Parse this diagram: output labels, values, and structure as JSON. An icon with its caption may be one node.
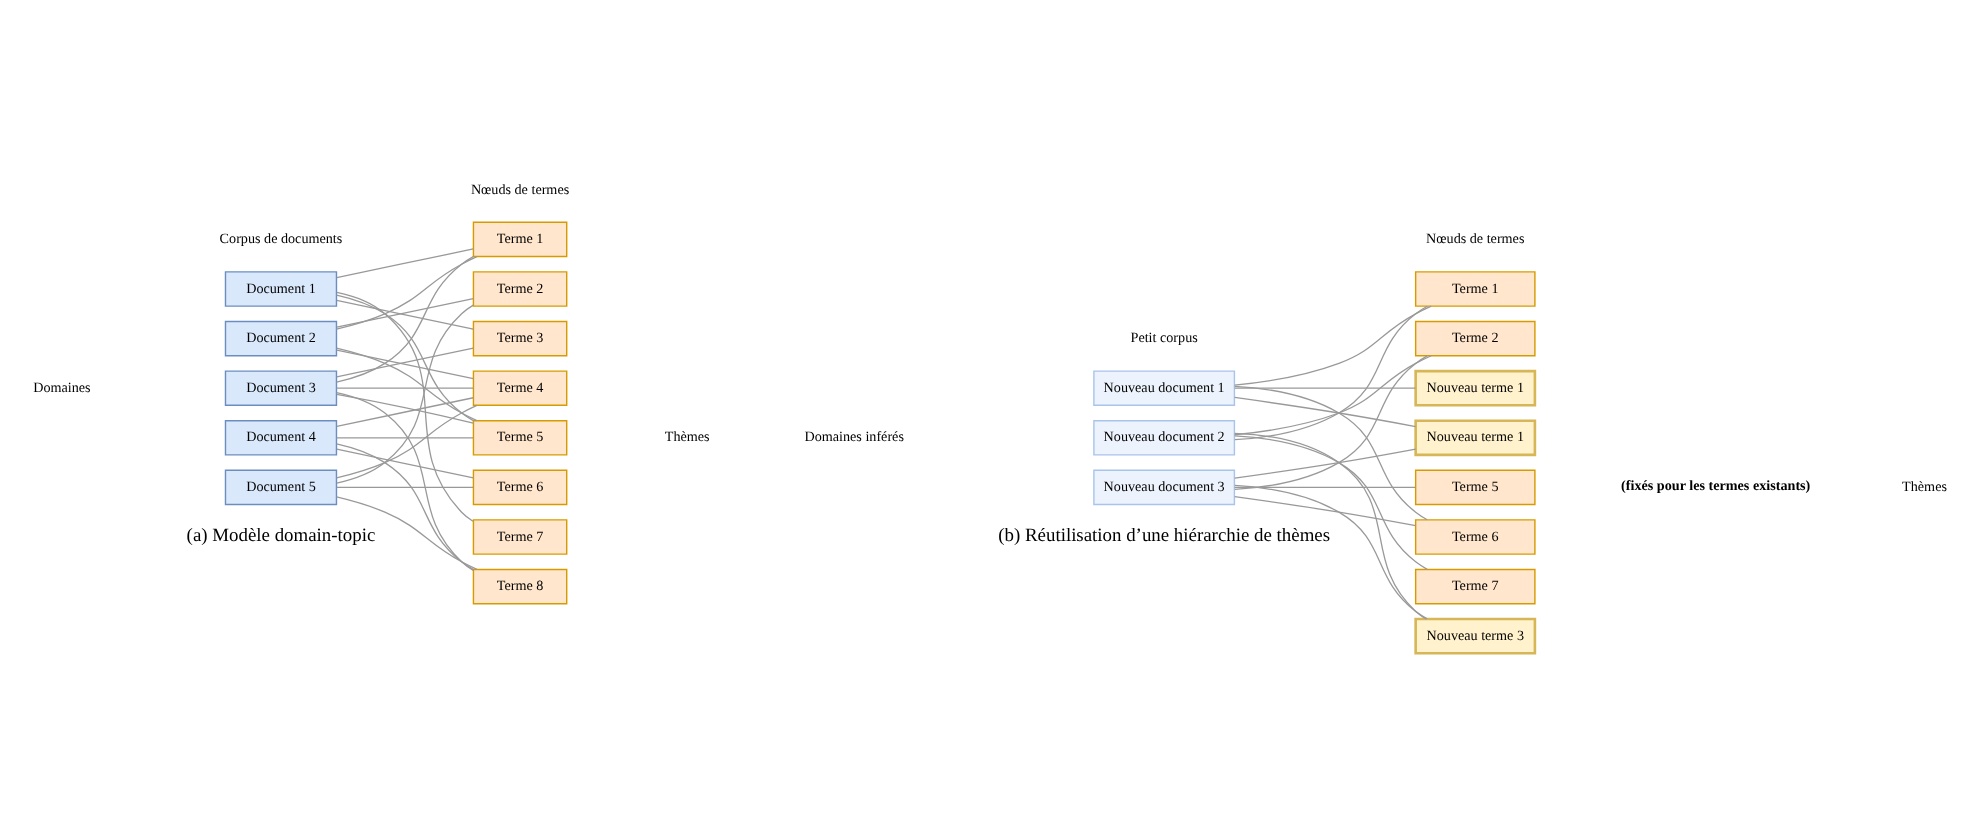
{
  "diagram": {
    "nodes": [
      {
        "text": [
          "Document 1"
        ]
      },
      {
        "text": [
          "Document 2"
        ]
      },
      {
        "text": [
          "Document 3"
        ]
      },
      {
        "text": [
          "Document 4"
        ]
      },
      {
        "text": [
          "Document 5"
        ]
      },
      {
        "text": [
          "Terme 1"
        ]
      },
      {
        "text": [
          "Terme 2"
        ]
      },
      {
        "text": [
          "Terme 3"
        ]
      },
      {
        "text": [
          "Terme 4"
        ]
      },
      {
        "text": [
          "Terme 5"
        ]
      },
      {
        "text": [
          "Terme 6"
        ]
      },
      {
        "text": [
          "Terme 7"
        ]
      },
      {
        "text": [
          "Terme 8"
        ]
      },
      {
        "text": [
          "Nouveau document 1"
        ]
      },
      {
        "text": [
          "Nouveau document 2"
        ]
      },
      {
        "text": [
          "Nouveau document 3"
        ]
      },
      {
        "text": [
          "Terme 1"
        ]
      },
      {
        "text": [
          "Terme 2"
        ]
      },
      {
        "text": [
          "Nouveau terme 1"
        ]
      },
      {
        "text": [
          "Nouveau terme 1"
        ]
      },
      {
        "text": [
          "Terme 5"
        ]
      },
      {
        "text": [
          "Terme 6"
        ]
      },
      {
        "text": [
          "Terme 7"
        ]
      },
      {
        "text": [
          "Nouveau terme 3"
        ]
      }
    ],
    "edges": [
      {
        "from": 0,
        "to": 5,
        "arrow": "none"
      },
      {
        "from": 0,
        "to": 7,
        "arrow": "none"
      },
      {
        "from": 0,
        "to": 9,
        "arrow": "none"
      },
      {
        "from": 0,
        "to": 11,
        "arrow": "none"
      },
      {
        "from": 1,
        "to": 5,
        "arrow": "none"
      },
      {
        "from": 1,
        "to": 6,
        "arrow": "none"
      },
      {
        "from": 1,
        "to": 8,
        "arrow": "none"
      },
      {
        "from": 1,
        "to": 9,
        "arrow": "none"
      },
      {
        "from": 2,
        "to": 5,
        "arrow": "none"
      },
      {
        "from": 2,
        "to": 7,
        "arrow": "none"
      },
      {
        "from": 2,
        "to": 8,
        "arrow": "none"
      },
      {
        "from": 2,
        "to": 9,
        "arrow": "none"
      },
      {
        "from": 2,
        "to": 12,
        "arrow": "none"
      },
      {
        "from": 3,
        "to": 8,
        "arrow": "none"
      },
      {
        "from": 3,
        "to": 9,
        "arrow": "none"
      },
      {
        "from": 3,
        "to": 10,
        "arrow": "none"
      },
      {
        "from": 3,
        "to": 12,
        "arrow": "none"
      },
      {
        "from": 4,
        "to": 6,
        "arrow": "none"
      },
      {
        "from": 4,
        "to": 8,
        "arrow": "none"
      },
      {
        "from": 4,
        "to": 10,
        "arrow": "none"
      },
      {
        "from": 4,
        "to": 12,
        "arrow": "none"
      },
      {
        "from": 13,
        "to": 16,
        "arrow": "none"
      },
      {
        "from": 13,
        "to": 18,
        "arrow": "none"
      },
      {
        "from": 13,
        "to": 19,
        "arrow": "none"
      },
      {
        "from": 13,
        "to": 21,
        "arrow": "none"
      },
      {
        "from": 14,
        "to": 16,
        "arrow": "none"
      },
      {
        "from": 14,
        "to": 17,
        "arrow": "none"
      },
      {
        "from": 14,
        "to": 22,
        "arrow": "none"
      },
      {
        "from": 14,
        "to": 23,
        "arrow": "none"
      },
      {
        "from": 15,
        "to": 17,
        "arrow": "none"
      },
      {
        "from": 15,
        "to": 19,
        "arrow": "none"
      },
      {
        "from": 15,
        "to": 20,
        "arrow": "none"
      },
      {
        "from": 15,
        "to": 21,
        "arrow": "none"
      },
      {
        "from": 15,
        "to": 23,
        "arrow": "none"
      }
    ],
    "labels": [
      "Corpus de documents",
      "Nœuds de termes",
      "Domaines",
      "Thèmes",
      "(a) Modèle domain-topic",
      "Petit corpus",
      "Nœuds de termes",
      "Domaines inférés",
      "Thèmes",
      "(fixés pour les termes existants)",
      "(b) Réutilisation d’une hiérarchie de thèmes"
    ]
  }
}
